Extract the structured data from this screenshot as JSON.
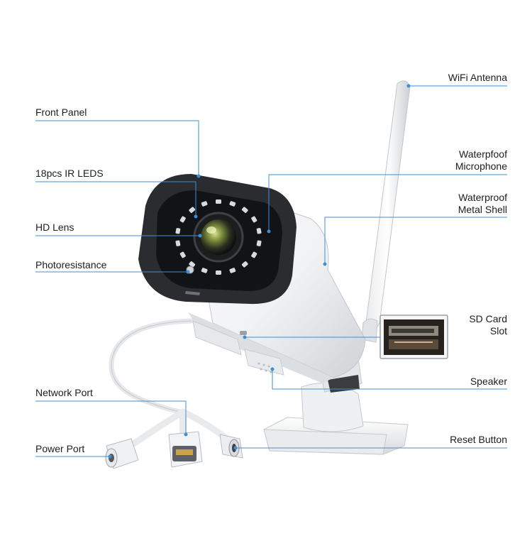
{
  "labels": {
    "wifi_antenna": "WiFi Antenna",
    "front_panel": "Front Panel",
    "ir_leds": "18pcs IR LEDS",
    "hd_lens": "HD Lens",
    "photoresistance": "Photoresistance",
    "microphone_line1": "Waterpfoof",
    "microphone_line2": "Microphone",
    "metal_shell_line1": "Waterproof",
    "metal_shell_line2": "Metal Shell",
    "sd_card_line1": "SD Card",
    "sd_card_line2": "Slot",
    "speaker": "Speaker",
    "network_port": "Network Port",
    "power_port": "Power Port",
    "reset_button": "Reset Button"
  },
  "colors": {
    "leader_line": "#3f8fd8",
    "camera_body": "#f3f4f6",
    "bezel": "#2a2c30",
    "ir_led": "#d9dadd"
  }
}
